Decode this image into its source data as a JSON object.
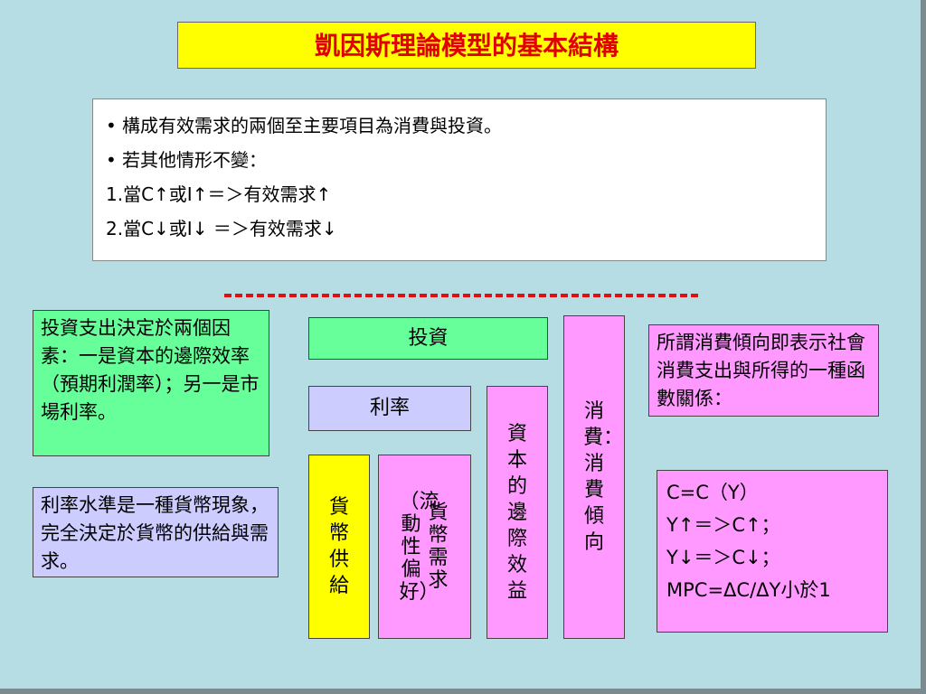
{
  "title": "凱因斯理論模型的基本結構",
  "summary": {
    "bullet1": "構成有效需求的兩個至主要項目為消費與投資。",
    "bullet2": "若其他情形不變：",
    "rule1": "1.當C↑或I↑＝＞有效需求↑",
    "rule2": "2.當C↓或I↓ ＝＞有效需求↓"
  },
  "notes": {
    "investment": "投資支出決定於兩個因素：一是資本的邊際效率（預期利潤率）；另一是市場利率。",
    "interest": "利率水準是一種貨幣現象，完全決定於貨幣的供給與需求。",
    "propensity": "所謂消費傾向即表示社會消費支出與所得的一種函數關係："
  },
  "diagram": {
    "investment": "投資",
    "interest_rate": "利率",
    "money_supply": "貨幣供給",
    "money_demand_a": "貨幣需求",
    "money_demand_b": "（流動性偏好）",
    "mec": "資本的邊際效益",
    "consumption": "消費：消費傾向"
  },
  "formulas": {
    "line1": "C=C（Y）",
    "line2": "Y↑＝＞C↑；",
    "line3": "Y↓＝＞C↓；",
    "line4": "MPC=ΔC/ΔY小於1"
  },
  "colors": {
    "title_bg": "#ffff00",
    "title_text": "#e00000",
    "green": "#66ff99",
    "lavender": "#ccccff",
    "pink": "#ff99ff",
    "dash": "#e01010",
    "background": "#b7dde4"
  }
}
